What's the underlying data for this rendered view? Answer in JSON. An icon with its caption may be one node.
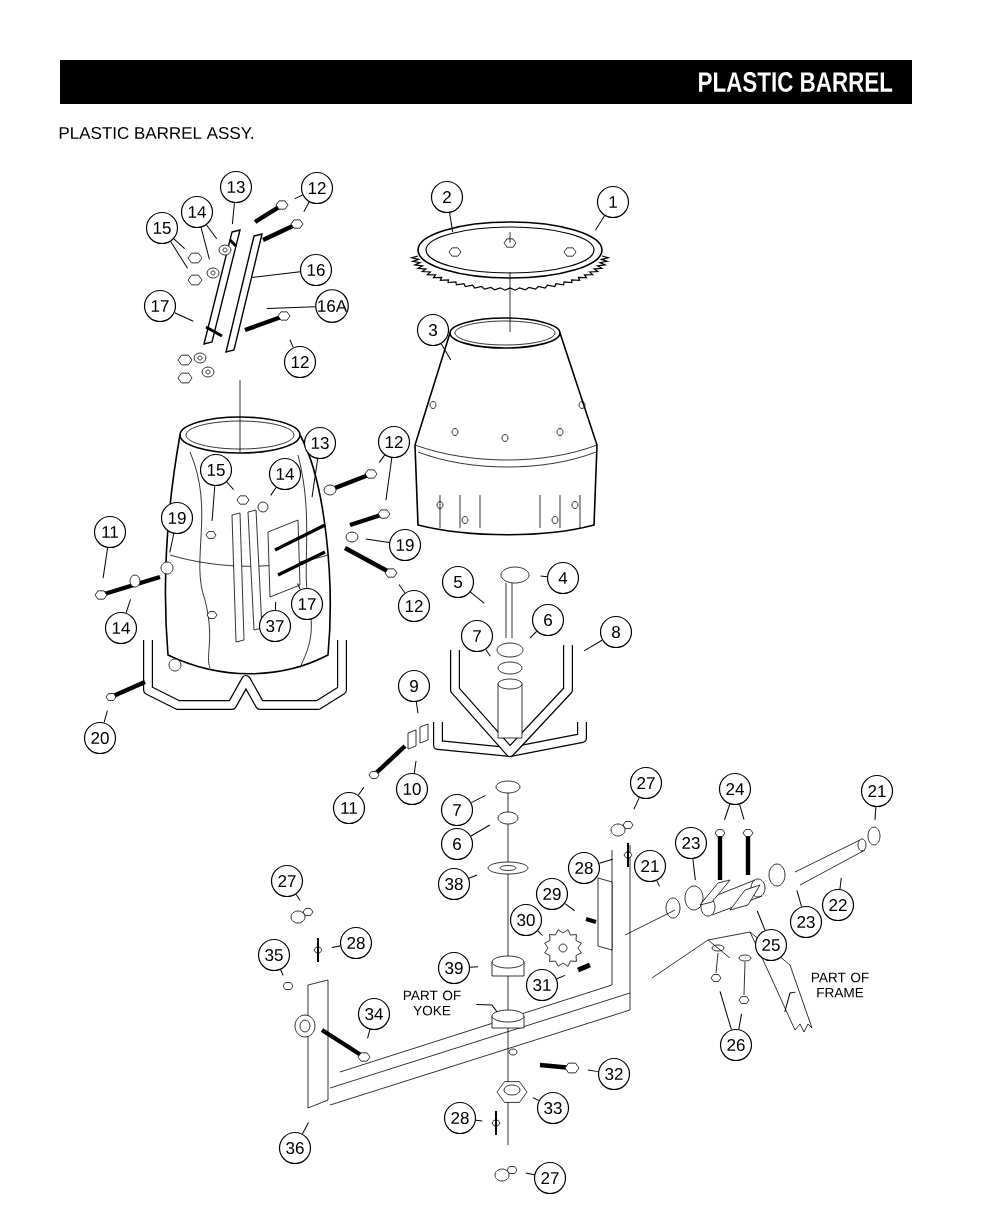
{
  "diagram": {
    "title": "PLASTIC BARREL",
    "nodes": [
      {
        "text": [
          "13"
        ]
      },
      {
        "text": [
          "12"
        ]
      },
      {
        "text": [
          "2"
        ]
      },
      {
        "text": [
          "1"
        ]
      },
      {
        "text": [
          "14"
        ]
      },
      {
        "text": [
          "15"
        ]
      },
      {
        "text": [
          "16"
        ]
      },
      {
        "text": [
          "17"
        ]
      },
      {
        "text": [
          "16A"
        ]
      },
      {
        "text": [
          "3"
        ]
      },
      {
        "text": [
          "12"
        ]
      },
      {
        "text": [
          "13"
        ]
      },
      {
        "text": [
          "12"
        ]
      },
      {
        "text": [
          "15"
        ]
      },
      {
        "text": [
          "14"
        ]
      },
      {
        "text": [
          "19"
        ]
      },
      {
        "text": [
          "11"
        ]
      },
      {
        "text": [
          "19"
        ]
      },
      {
        "text": [
          "4"
        ]
      },
      {
        "text": [
          "5"
        ]
      },
      {
        "text": [
          "14"
        ]
      },
      {
        "text": [
          "12"
        ]
      },
      {
        "text": [
          "17"
        ]
      },
      {
        "text": [
          "37"
        ]
      },
      {
        "text": [
          "6"
        ]
      },
      {
        "text": [
          "8"
        ]
      },
      {
        "text": [
          "7"
        ]
      },
      {
        "text": [
          "9"
        ]
      },
      {
        "text": [
          "20"
        ]
      },
      {
        "text": [
          "10"
        ]
      },
      {
        "text": [
          "11"
        ]
      },
      {
        "text": [
          "27"
        ]
      },
      {
        "text": [
          "24"
        ]
      },
      {
        "text": [
          "21"
        ]
      },
      {
        "text": [
          "7"
        ]
      },
      {
        "text": [
          "6"
        ]
      },
      {
        "text": [
          "23"
        ]
      },
      {
        "text": [
          "28"
        ]
      },
      {
        "text": [
          "38"
        ]
      },
      {
        "text": [
          "27"
        ]
      },
      {
        "text": [
          "21"
        ]
      },
      {
        "text": [
          "22"
        ]
      },
      {
        "text": [
          "23"
        ]
      },
      {
        "text": [
          "29"
        ]
      },
      {
        "text": [
          "28"
        ]
      },
      {
        "text": [
          "25"
        ]
      },
      {
        "text": [
          "30"
        ]
      },
      {
        "text": [
          "35"
        ]
      },
      {
        "text": [
          "39"
        ]
      },
      {
        "text": [
          "31"
        ]
      },
      {
        "text": [
          "PART OF FRAME"
        ]
      },
      {
        "text": [
          "PART OF YOKE"
        ]
      },
      {
        "text": [
          "34"
        ]
      },
      {
        "text": [
          "26"
        ]
      },
      {
        "text": [
          "32"
        ]
      },
      {
        "text": [
          "33"
        ]
      },
      {
        "text": [
          "28"
        ]
      },
      {
        "text": [
          "36"
        ]
      },
      {
        "text": [
          "27"
        ]
      }
    ],
    "edges": [
      {
        "from": 0,
        "to": null,
        "arrow": "none"
      },
      {
        "from": 1,
        "to": null,
        "arrow": "none"
      },
      {
        "from": 1,
        "to": null,
        "arrow": "none"
      },
      {
        "from": 2,
        "to": null,
        "arrow": "none"
      },
      {
        "from": 3,
        "to": null,
        "arrow": "none"
      },
      {
        "from": 4,
        "to": null,
        "arrow": "none"
      },
      {
        "from": 4,
        "to": null,
        "arrow": "none"
      },
      {
        "from": 5,
        "to": null,
        "arrow": "none"
      },
      {
        "from": 5,
        "to": null,
        "arrow": "none"
      },
      {
        "from": 6,
        "to": null,
        "arrow": "none"
      },
      {
        "from": 7,
        "to": null,
        "arrow": "none"
      },
      {
        "from": 8,
        "to": null,
        "arrow": "none"
      },
      {
        "from": 9,
        "to": null,
        "arrow": "none"
      },
      {
        "from": 10,
        "to": null,
        "arrow": "none"
      },
      {
        "from": 11,
        "to": null,
        "arrow": "none"
      },
      {
        "from": 12,
        "to": null,
        "arrow": "none"
      },
      {
        "from": 12,
        "to": null,
        "arrow": "none"
      },
      {
        "from": 13,
        "to": null,
        "arrow": "none"
      },
      {
        "from": 13,
        "to": null,
        "arrow": "none"
      },
      {
        "from": 14,
        "to": null,
        "arrow": "none"
      },
      {
        "from": 15,
        "to": null,
        "arrow": "none"
      },
      {
        "from": 16,
        "to": null,
        "arrow": "none"
      },
      {
        "from": 17,
        "to": null,
        "arrow": "none"
      },
      {
        "from": 18,
        "to": null,
        "arrow": "none"
      },
      {
        "from": 19,
        "to": null,
        "arrow": "none"
      },
      {
        "from": 20,
        "to": null,
        "arrow": "none"
      },
      {
        "from": 21,
        "to": null,
        "arrow": "none"
      },
      {
        "from": 22,
        "to": null,
        "arrow": "none"
      },
      {
        "from": 23,
        "to": null,
        "arrow": "none"
      },
      {
        "from": 24,
        "to": null,
        "arrow": "none"
      },
      {
        "from": 25,
        "to": null,
        "arrow": "none"
      },
      {
        "from": 26,
        "to": null,
        "arrow": "none"
      },
      {
        "from": 27,
        "to": null,
        "arrow": "none"
      },
      {
        "from": 28,
        "to": null,
        "arrow": "none"
      },
      {
        "from": 29,
        "to": null,
        "arrow": "none"
      },
      {
        "from": 30,
        "to": null,
        "arrow": "none"
      },
      {
        "from": 31,
        "to": null,
        "arrow": "none"
      },
      {
        "from": 32,
        "to": null,
        "arrow": "none"
      },
      {
        "from": 32,
        "to": null,
        "arrow": "none"
      },
      {
        "from": 33,
        "to": null,
        "arrow": "none"
      },
      {
        "from": 34,
        "to": null,
        "arrow": "none"
      },
      {
        "from": 35,
        "to": null,
        "arrow": "none"
      },
      {
        "from": 36,
        "to": null,
        "arrow": "none"
      },
      {
        "from": 37,
        "to": null,
        "arrow": "none"
      },
      {
        "from": 38,
        "to": null,
        "arrow": "none"
      },
      {
        "from": 39,
        "to": null,
        "arrow": "none"
      },
      {
        "from": 40,
        "to": null,
        "arrow": "none"
      },
      {
        "from": 41,
        "to": null,
        "arrow": "none"
      },
      {
        "from": 42,
        "to": null,
        "arrow": "none"
      },
      {
        "from": 43,
        "to": null,
        "arrow": "none"
      },
      {
        "from": 44,
        "to": null,
        "arrow": "none"
      },
      {
        "from": 45,
        "to": null,
        "arrow": "none"
      },
      {
        "from": 46,
        "to": null,
        "arrow": "none"
      },
      {
        "from": 47,
        "to": null,
        "arrow": "none"
      },
      {
        "from": 48,
        "to": null,
        "arrow": "none"
      },
      {
        "from": 49,
        "to": null,
        "arrow": "none"
      },
      {
        "from": 50,
        "to": null,
        "arrow": "none"
      },
      {
        "from": 51,
        "to": null,
        "arrow": "none"
      },
      {
        "from": 52,
        "to": null,
        "arrow": "none"
      },
      {
        "from": 53,
        "to": null,
        "arrow": "none"
      },
      {
        "from": 53,
        "to": null,
        "arrow": "none"
      },
      {
        "from": 54,
        "to": null,
        "arrow": "none"
      },
      {
        "from": 55,
        "to": null,
        "arrow": "none"
      },
      {
        "from": 56,
        "to": null,
        "arrow": "none"
      },
      {
        "from": 57,
        "to": null,
        "arrow": "none"
      },
      {
        "from": 58,
        "to": null,
        "arrow": "none"
      }
    ],
    "labels": [
      "PLASTIC BARREL ASSY."
    ]
  }
}
